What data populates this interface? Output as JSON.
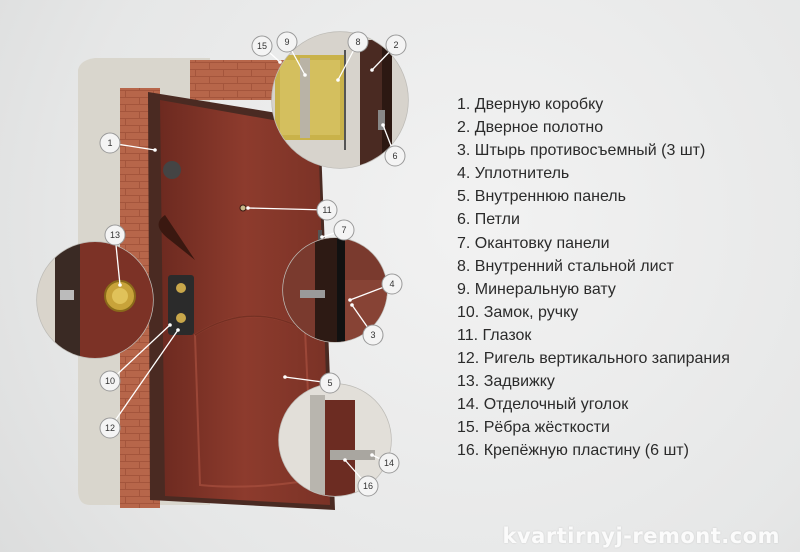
{
  "legend": [
    "1. Дверную коробку",
    "2. Дверное полотно",
    "3. Штырь противосъемный (3 шт)",
    "4. Уплотнитель",
    "5. Внутреннюю панель",
    "6. Петли",
    "7. Окантовку панели",
    "8. Внутренний стальной лист",
    "9. Минеральную вату",
    "10. Замок, ручку",
    "11. Глазок",
    "12. Ригель вертикального запирания",
    "13. Задвижку",
    "14. Отделочный уголок",
    "15. Рёбра жёсткости",
    "16. Крепёжную пластину (6 шт)"
  ],
  "callouts": [
    "1",
    "2",
    "3",
    "4",
    "5",
    "6",
    "7",
    "8",
    "9",
    "10",
    "11",
    "12",
    "13",
    "14",
    "15",
    "16"
  ],
  "watermark": "kvartirnyj-remont.com",
  "colors": {
    "door": "#8a3a2e",
    "door_dark": "#5e2219",
    "frame": "#4a2a22",
    "brick": "#a5553c",
    "wall": "#d8d5cc",
    "wool": "#c8b24a"
  }
}
